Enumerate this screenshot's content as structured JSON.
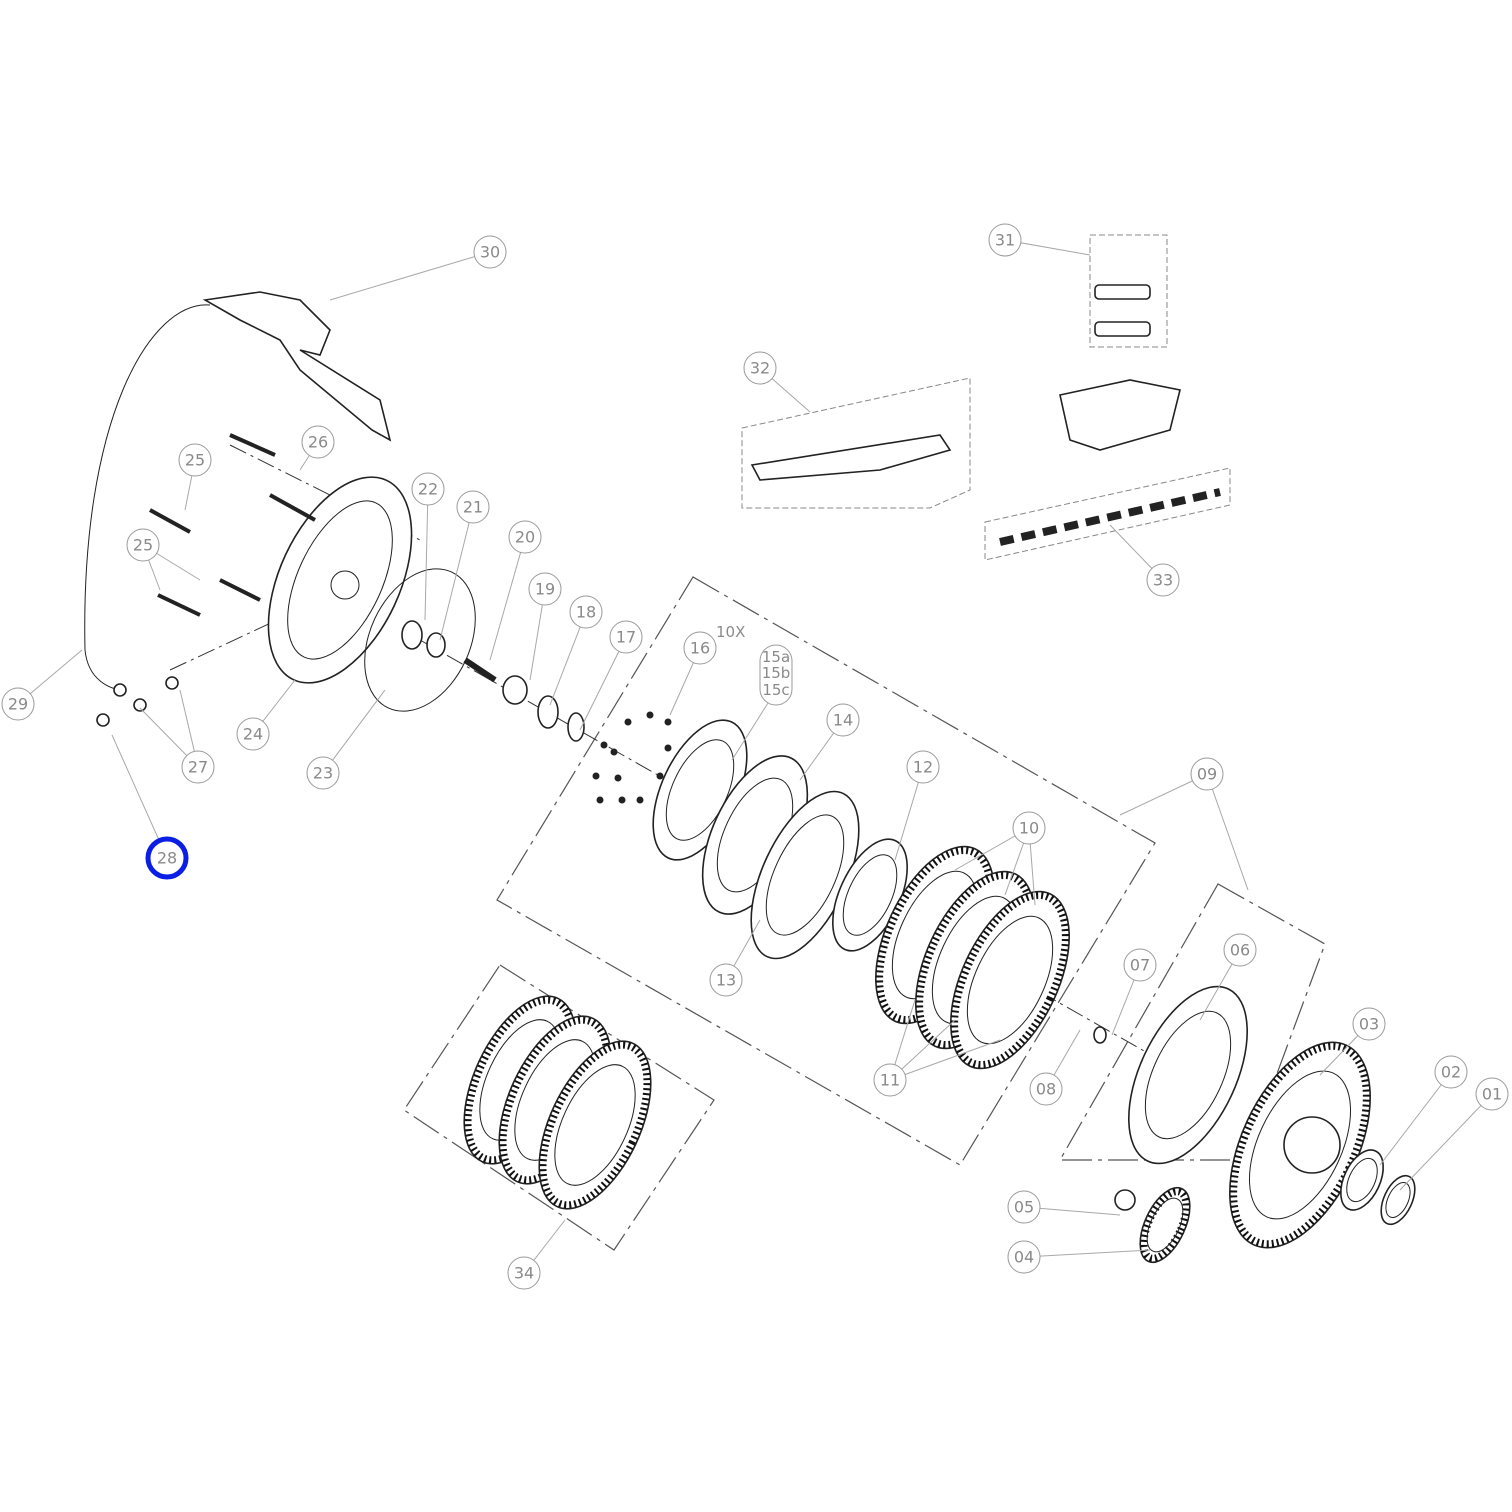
{
  "diagram": {
    "quantity_note": "10X",
    "highlighted_callout": "28",
    "highlight_color": "#0a1ee6",
    "callouts": [
      "01",
      "02",
      "03",
      "04",
      "05",
      "06",
      "07",
      "08",
      "09",
      "10",
      "11",
      "12",
      "13",
      "14",
      "16",
      "17",
      "18",
      "19",
      "20",
      "21",
      "22",
      "23",
      "24",
      "25",
      "25",
      "26",
      "27",
      "28",
      "29",
      "30",
      "31",
      "32",
      "33",
      "34"
    ],
    "multi_callout": [
      "15a",
      "15b",
      "15c"
    ]
  }
}
